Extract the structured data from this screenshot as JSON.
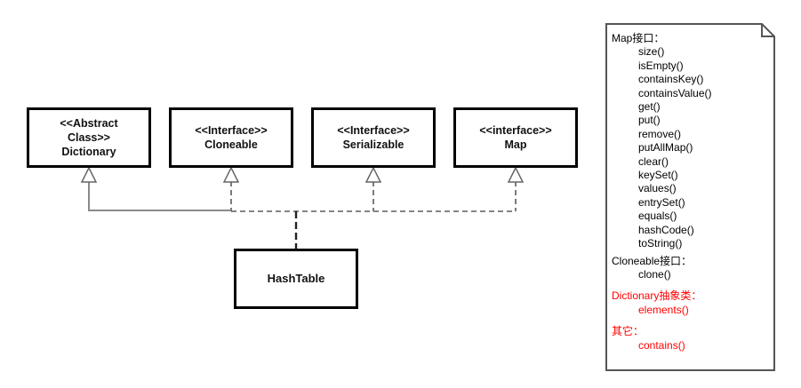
{
  "diagram": {
    "boxes": [
      {
        "id": "dictionary",
        "label": "<<Abstract\nClass>>\nDictionary"
      },
      {
        "id": "cloneable",
        "label": "<<Interface>>\nCloneable"
      },
      {
        "id": "serializable",
        "label": "<<Interface>>\nSerializable"
      },
      {
        "id": "map",
        "label": "<<interface>>\nMap"
      }
    ],
    "hashtable": {
      "label": "HashTable"
    },
    "relations": [
      {
        "from": "HashTable",
        "to": "Dictionary",
        "type": "generalization-solid"
      },
      {
        "from": "HashTable",
        "to": "Cloneable",
        "type": "realization-dashed"
      },
      {
        "from": "HashTable",
        "to": "Serializable",
        "type": "realization-dashed"
      },
      {
        "from": "HashTable",
        "to": "Map",
        "type": "realization-dashed"
      }
    ]
  },
  "note": {
    "sections": [
      {
        "title": "Map接口：",
        "color": "black",
        "methods": [
          "size()",
          "isEmpty()",
          "containsKey()",
          "containsValue()",
          "get()",
          "put()",
          "remove()",
          "putAllMap()",
          "clear()",
          "keySet()",
          "values()",
          "entrySet()",
          "equals()",
          "hashCode()",
          "toString()"
        ]
      },
      {
        "title": "Cloneable接口：",
        "color": "black",
        "methods": [
          "clone()"
        ]
      },
      {
        "title": "Dictionary抽象类：",
        "color": "red",
        "methods": [
          "elements()"
        ]
      },
      {
        "title": "其它：",
        "color": "red",
        "methods": [
          "contains()"
        ]
      }
    ]
  },
  "colors": {
    "box_border": "#000000",
    "line_solid_gray": "#8a8a8a",
    "line_dashed_gray": "#7b7b7b",
    "drop_line_dark": "#333333",
    "note_border": "#555555",
    "highlight_red": "#ff0000"
  }
}
